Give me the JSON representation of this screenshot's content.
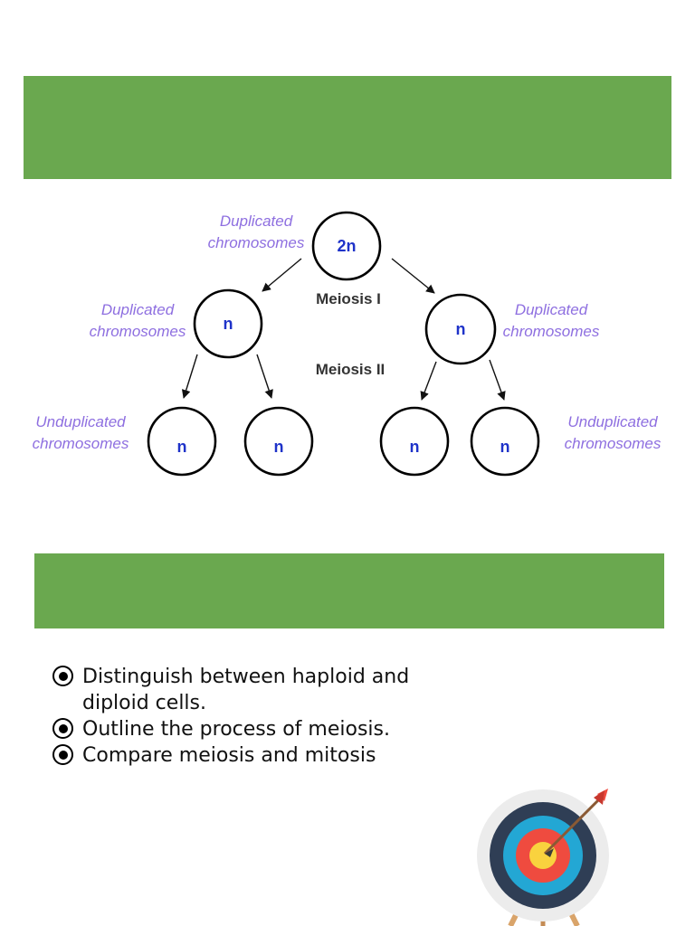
{
  "diagram": {
    "cells": {
      "root": "2n",
      "left_mid": "n",
      "right_mid": "n",
      "leaf_1": "n",
      "leaf_2": "n",
      "leaf_3": "n",
      "leaf_4": "n"
    },
    "stages": {
      "meiosis_1": "Meiosis I",
      "meiosis_2": "Meiosis II"
    },
    "labels": {
      "duplicated_line1": "Duplicated",
      "duplicated_line2": "chromosomes",
      "unduplicated_line1": "Unduplicated",
      "unduplicated_line2": "chromosomes"
    }
  },
  "objectives": [
    "Distinguish between haploid and diploid cells.",
    "Outline the process of meiosis.",
    "Compare meiosis and mitosis"
  ],
  "colors": {
    "banner": "#6aa84f",
    "cell_label": "#1f33c9",
    "side_label": "#8e6fe0"
  },
  "icons": [
    "radio-bullet-icon",
    "archery-target-icon"
  ]
}
